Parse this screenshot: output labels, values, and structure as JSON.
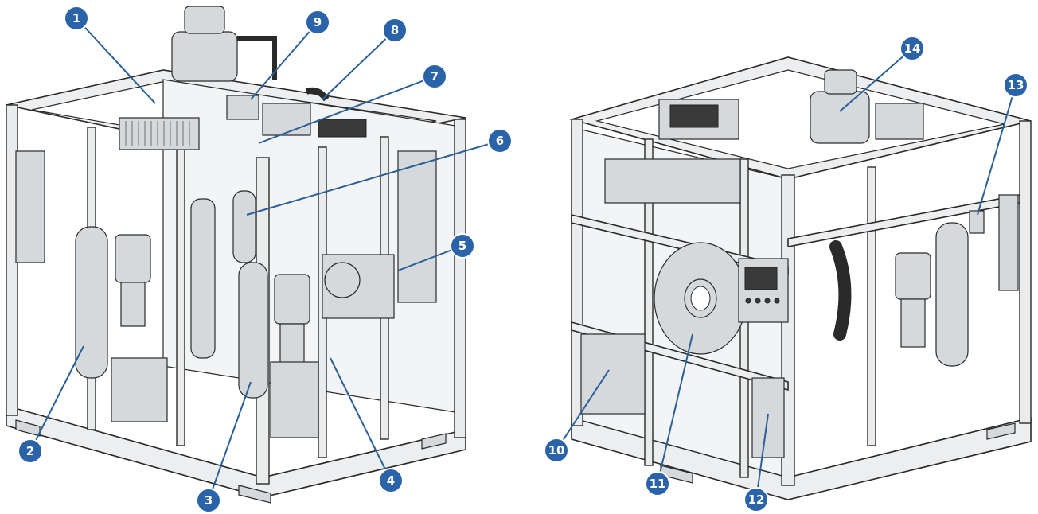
{
  "callouts": [
    {
      "id": "c1",
      "label": "1"
    },
    {
      "id": "c2",
      "label": "2"
    },
    {
      "id": "c3",
      "label": "3"
    },
    {
      "id": "c4",
      "label": "4"
    },
    {
      "id": "c5",
      "label": "5"
    },
    {
      "id": "c6",
      "label": "6"
    },
    {
      "id": "c7",
      "label": "7"
    },
    {
      "id": "c8",
      "label": "8"
    },
    {
      "id": "c9",
      "label": "9"
    },
    {
      "id": "c10",
      "label": "10"
    },
    {
      "id": "c11",
      "label": "11"
    },
    {
      "id": "c12",
      "label": "12"
    },
    {
      "id": "c13",
      "label": "13"
    },
    {
      "id": "c14",
      "label": "14"
    }
  ],
  "colors": {
    "callout_fill": "#2b63a8",
    "leader_line": "#2a5f98",
    "frame_fill": "#eceef0",
    "outline": "#2a2a2a"
  }
}
